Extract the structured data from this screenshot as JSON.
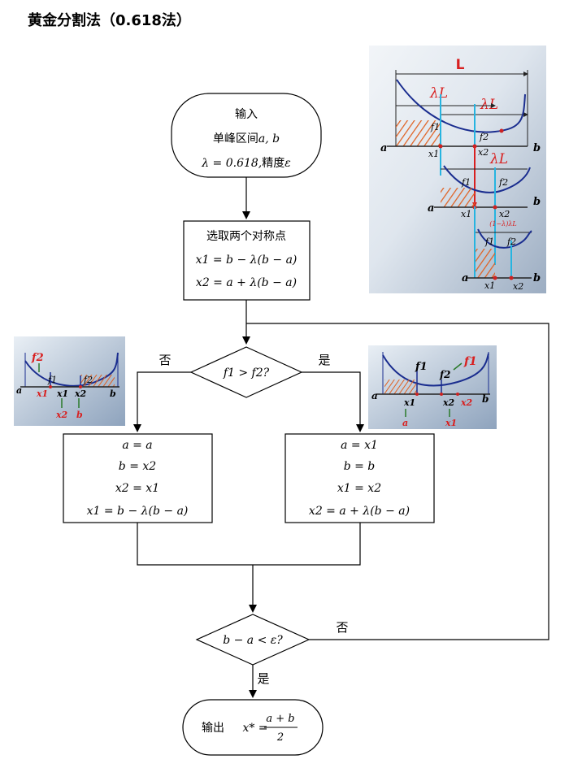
{
  "title": "黄金分割法（0.618法）",
  "start": {
    "line1": "输入",
    "line2a": "单峰区间",
    "line2b": "a, b",
    "line3a": "λ = 0.618,",
    "line3b": "精度",
    "line3c": "ε"
  },
  "select": {
    "line1": "选取两个对称点",
    "line2": "x1 = b − λ(b − a)",
    "line3": "x2 = a + λ(b − a)"
  },
  "decision1": {
    "text": "f1 > f2?",
    "no": "否",
    "yes": "是"
  },
  "left_box": [
    "a = a",
    "b = x2",
    "x2 = x1",
    "x1 = b − λ(b − a)"
  ],
  "right_box": [
    "a = x1",
    "b = b",
    "x1 = x2",
    "x2 = a + λ(b − a)"
  ],
  "decision2": {
    "text": "b − a < ε?",
    "no": "否",
    "yes": "是"
  },
  "end": {
    "label": "输出",
    "lhs": "x* =",
    "num": "a + b",
    "den": "2"
  },
  "illus_main": {
    "L": "L",
    "lamL1": "λL",
    "lamL2": "λL",
    "lamL3": "λL",
    "a": "a",
    "b": "b",
    "f1": "f1",
    "f2": "f2",
    "x1": "x1",
    "x2": "x2",
    "frac": "(1−λ)λL"
  },
  "illus_left": {
    "f2": "f2",
    "f1": "f1",
    "f2b": "f2",
    "a": "a",
    "x1": "x1",
    "x1b": "x1",
    "x2": "x2",
    "x2b": "x2",
    "b": "b",
    "b2": "b"
  },
  "illus_right": {
    "f1": "f1",
    "f2": "f2",
    "f1b": "f1",
    "a": "a",
    "x1": "x1",
    "x2": "x2",
    "x2b": "x2",
    "b": "b",
    "a2": "a",
    "x1b": "x1"
  },
  "colors": {
    "curve": "#1a2d8f",
    "marker": "#cc2222",
    "hatch": "#e06020",
    "dim": "#d82020",
    "cyan": "#26b4e0"
  }
}
